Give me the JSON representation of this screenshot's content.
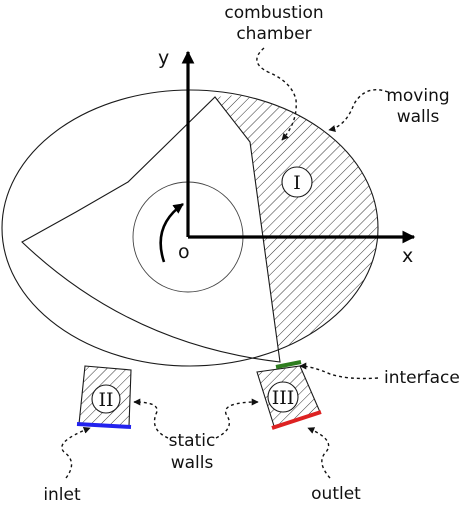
{
  "diagram": {
    "axes": {
      "x_label": "x",
      "y_label": "y",
      "origin_label": "o"
    },
    "regions": {
      "chamber": "I",
      "inlet_port": "II",
      "outlet_port": "III"
    },
    "annotations": {
      "combustion_chamber_line1": "combustion",
      "combustion_chamber_line2": "chamber",
      "moving_walls_line1": "moving",
      "moving_walls_line2": "walls",
      "interface": "interface",
      "static_walls_line1": "static",
      "static_walls_line2": "walls",
      "inlet": "inlet",
      "outlet": "outlet"
    },
    "colors": {
      "inlet_boundary": "#2222ee",
      "outlet_boundary": "#dd2222",
      "interface_boundary": "#2e7d1f",
      "hatch": "#333333"
    }
  }
}
